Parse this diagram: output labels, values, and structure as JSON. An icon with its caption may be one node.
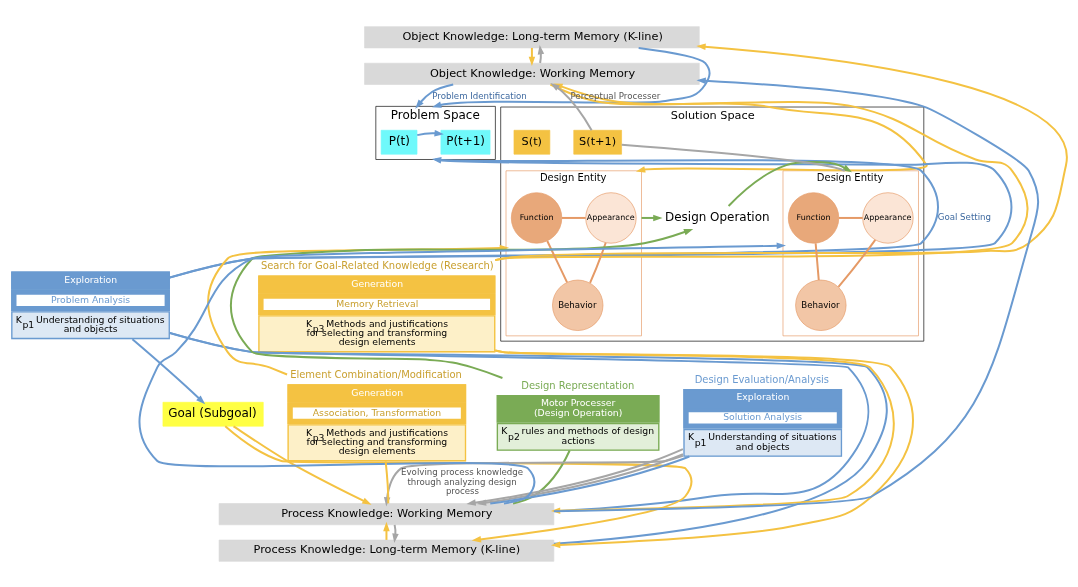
{
  "diagram": {
    "nodes": [
      {
        "text": [
          "Object Knowledge: Long-term Memory (K-line)"
        ]
      },
      {
        "text": [
          "Object Knowledge: Working Memory"
        ]
      },
      {
        "text": [
          "Problem Space"
        ]
      },
      {
        "text": [
          "P(t)"
        ],
        "in": 2
      },
      {
        "text": [
          "P(t+1)"
        ],
        "in": 2
      },
      {
        "text": [
          "Exploration",
          "Problem Analysis",
          "K$_{p1}$ Understanding of situations and objects"
        ]
      },
      {
        "text": [
          "Goal (Subgoal)"
        ]
      },
      {
        "text": [
          "Generation",
          "Memory Retrieval",
          "K$_{p3}$ Methods and justifications for selecting and transforming design elements"
        ],
        "beside": [
          "Search for Goal-Related Knowledge (Research)"
        ]
      },
      {
        "text": [
          "Solution Space"
        ]
      },
      {
        "text": [
          "S(t)"
        ],
        "in": 8
      },
      {
        "text": [
          "Design Entity"
        ],
        "in": 8
      },
      {
        "text": [
          "Appearance"
        ],
        "in": 10
      },
      {
        "text": [
          "Function"
        ],
        "in": 10
      },
      {
        "text": [
          "Behavior"
        ],
        "in": 10
      },
      {
        "text": [
          "Design Operation"
        ],
        "in": 8
      },
      {
        "text": [
          "S(t+1)"
        ],
        "in": 8
      },
      {
        "text": [
          "Design Entity"
        ],
        "in": 8
      },
      {
        "text": [
          "Appearance"
        ],
        "in": 16
      },
      {
        "text": [
          "Function"
        ],
        "in": 16
      },
      {
        "text": [
          "Behavior"
        ],
        "in": 16
      },
      {
        "text": [
          "Generation",
          "Association, Transformation",
          "K$_{p3}$ Methods and justifications for selecting and transforming design elements"
        ],
        "beside": [
          "Element Combination/Modification"
        ]
      },
      {
        "text": [
          "Motor Processer (Design Operation)",
          "K$_{p2}$ rules and methods of design actions"
        ],
        "beside": [
          "Design Representation"
        ]
      },
      {
        "text": [
          "Exploration",
          "Solution Analysis",
          "K$_{p1}$ Understanding of situations and objects"
        ],
        "beside": [
          "Design Evaluation/Analysis"
        ]
      },
      {
        "text": [
          "Process Knowledge: Working Memory"
        ]
      },
      {
        "text": [
          "Process Knowledge: Long-term Memory (K-line)"
        ]
      }
    ],
    "edges": [
      {
        "from": 0,
        "to": 2,
        "arrow": "to",
        "color": "#6a9ad0"
      },
      {
        "from": 1,
        "to": 2,
        "arrow": "to",
        "color": "#6a9ad0",
        "label": "Problem Identification"
      },
      {
        "from": 3,
        "to": 4,
        "arrow": "to",
        "color": "#6a9ad0"
      },
      {
        "from": 2,
        "to": 5,
        "arrow": "none",
        "color": "#6a9ad0",
        "label": "Goal Setting"
      },
      {
        "from": 5,
        "to": 2,
        "arrow": "to",
        "color": "#6a9ad0"
      },
      {
        "from": 5,
        "to": 6,
        "arrow": "to",
        "color": "#6a9ad0"
      },
      {
        "from": 5,
        "to": 23,
        "arrow": "none",
        "color": "#6a9ad0"
      },
      {
        "from": 5,
        "to": 24,
        "arrow": "none",
        "color": "#6a9ad0"
      },
      {
        "from": 7,
        "to": 0,
        "arrow": "to",
        "color": "#f4c242"
      },
      {
        "from": 7,
        "to": 1,
        "arrow": "to",
        "color": "#f4c242"
      },
      {
        "from": 0,
        "to": 1,
        "arrow": "to",
        "color": "#f4c242"
      },
      {
        "from": 1,
        "to": 10,
        "arrow": "to",
        "color": "#f4c242"
      },
      {
        "from": 6,
        "to": 23,
        "arrow": "to",
        "color": "#f4c242"
      },
      {
        "from": 6,
        "to": 24,
        "arrow": "to",
        "color": "#f4c242"
      },
      {
        "from": 7,
        "to": 23,
        "arrow": "to",
        "color": "#f4c242"
      },
      {
        "from": 7,
        "to": 24,
        "arrow": "to",
        "color": "#f4c242"
      },
      {
        "from": 20,
        "to": 10,
        "arrow": "to",
        "color": "#f4c242"
      },
      {
        "from": 24,
        "to": 23,
        "arrow": "to",
        "color": "#f4c242"
      },
      {
        "from": 23,
        "to": 20,
        "arrow": "none",
        "color": "#f4c242"
      },
      {
        "from": 11,
        "to": 12,
        "arrow": "none",
        "color": "#e59a66"
      },
      {
        "from": 11,
        "to": 13,
        "arrow": "none",
        "color": "#e59a66"
      },
      {
        "from": 12,
        "to": 13,
        "arrow": "none",
        "color": "#e59a66"
      },
      {
        "from": 10,
        "to": 14,
        "arrow": "to",
        "color": "#7aab55"
      },
      {
        "from": 14,
        "to": 16,
        "arrow": "to",
        "color": "#7aab55"
      },
      {
        "from": 17,
        "to": 18,
        "arrow": "none",
        "color": "#e59a66"
      },
      {
        "from": 17,
        "to": 19,
        "arrow": "none",
        "color": "#e59a66"
      },
      {
        "from": 18,
        "to": 19,
        "arrow": "none",
        "color": "#e59a66"
      },
      {
        "from": 21,
        "to": 14,
        "arrow": "to",
        "color": "#7aab55"
      },
      {
        "from": 21,
        "to": 23,
        "arrow": "none",
        "color": "#7aab55"
      },
      {
        "from": 16,
        "to": 15,
        "arrow": "none",
        "color": "#a6a6a6"
      },
      {
        "from": 15,
        "to": 1,
        "arrow": "to",
        "color": "#a6a6a6",
        "label": "Perceptual Processer"
      },
      {
        "from": 1,
        "to": 0,
        "arrow": "to",
        "color": "#a6a6a6"
      },
      {
        "from": 22,
        "to": 23,
        "arrow": "to",
        "color": "#a6a6a6",
        "label": "Evolving process knowledge through analyzing design process"
      },
      {
        "from": 22,
        "to": 23,
        "arrow": "to",
        "color": "#a6a6a6"
      },
      {
        "from": 22,
        "to": 23,
        "arrow": "to",
        "color": "#a6a6a6"
      },
      {
        "from": 23,
        "to": 24,
        "arrow": "to",
        "color": "#a6a6a6"
      },
      {
        "from": 23,
        "to": 1,
        "arrow": "to",
        "color": "#6a9ad0"
      },
      {
        "from": 23,
        "to": 16,
        "arrow": "to",
        "color": "#6a9ad0"
      },
      {
        "from": 22,
        "to": 23,
        "arrow": "none",
        "color": "#6a9ad0"
      }
    ]
  }
}
